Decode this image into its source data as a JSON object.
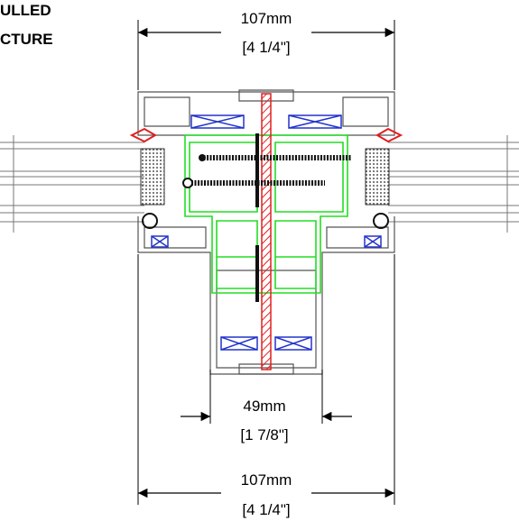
{
  "title": {
    "line1": "ULLED",
    "line2": "CTURE"
  },
  "dimensions": {
    "top_mm": "107mm",
    "top_in": "[4 1/4\"]",
    "mid_mm": "49mm",
    "mid_in": "[1 7/8\"]",
    "bottom_mm": "107mm",
    "bottom_in": "[4 1/4\"]"
  },
  "colors": {
    "frame": "#5a5a5a",
    "profile_green": "#22dd22",
    "steel_red": "#e02020",
    "gasket_blue": "#2233cc",
    "screw": "#111111",
    "glazing": "#777777"
  }
}
